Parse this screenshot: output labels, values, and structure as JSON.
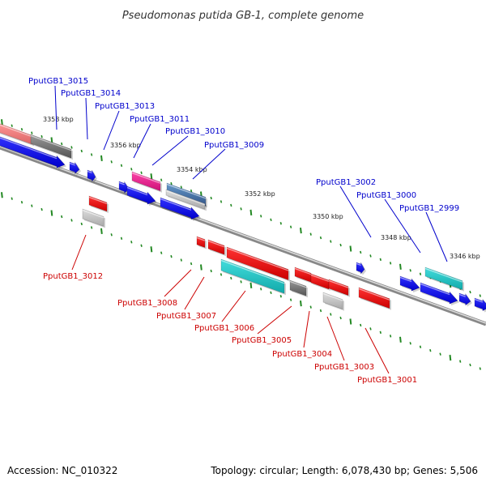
{
  "title": "Pseudomonas putida GB-1, complete genome",
  "footer": {
    "accession": "Accession: NC_010322",
    "summary": "Topology: circular; Length: 6,078,430 bp; Genes: 5,506"
  },
  "colors": {
    "forward": "#0000ee",
    "reverse": "#ee0000",
    "cyan": "#22cccc",
    "magenta": "#ee2299",
    "steelblue": "#4477bb",
    "gray": "#777777",
    "lightgray": "#bbbbbb",
    "pink": "#ee7777",
    "backbone": "#777777",
    "tick": "#228822",
    "top_label": "#0000cc",
    "bottom_label": "#cc0000"
  },
  "scale_labels": [
    "3358 kbp",
    "3356 kbp",
    "3354 kbp",
    "3352 kbp",
    "3350 kbp",
    "3348 kbp",
    "3346 kbp"
  ],
  "top_genes": [
    "PputGB1_3015",
    "PputGB1_3014",
    "PputGB1_3013",
    "PputGB1_3011",
    "PputGB1_3010",
    "PputGB1_3009",
    "PputGB1_3002",
    "PputGB1_3000",
    "PputGB1_2999"
  ],
  "bottom_genes": [
    "PputGB1_3012",
    "PputGB1_3008",
    "PputGB1_3007",
    "PputGB1_3006",
    "PputGB1_3005",
    "PputGB1_3004",
    "PputGB1_3003",
    "PputGB1_3001"
  ]
}
